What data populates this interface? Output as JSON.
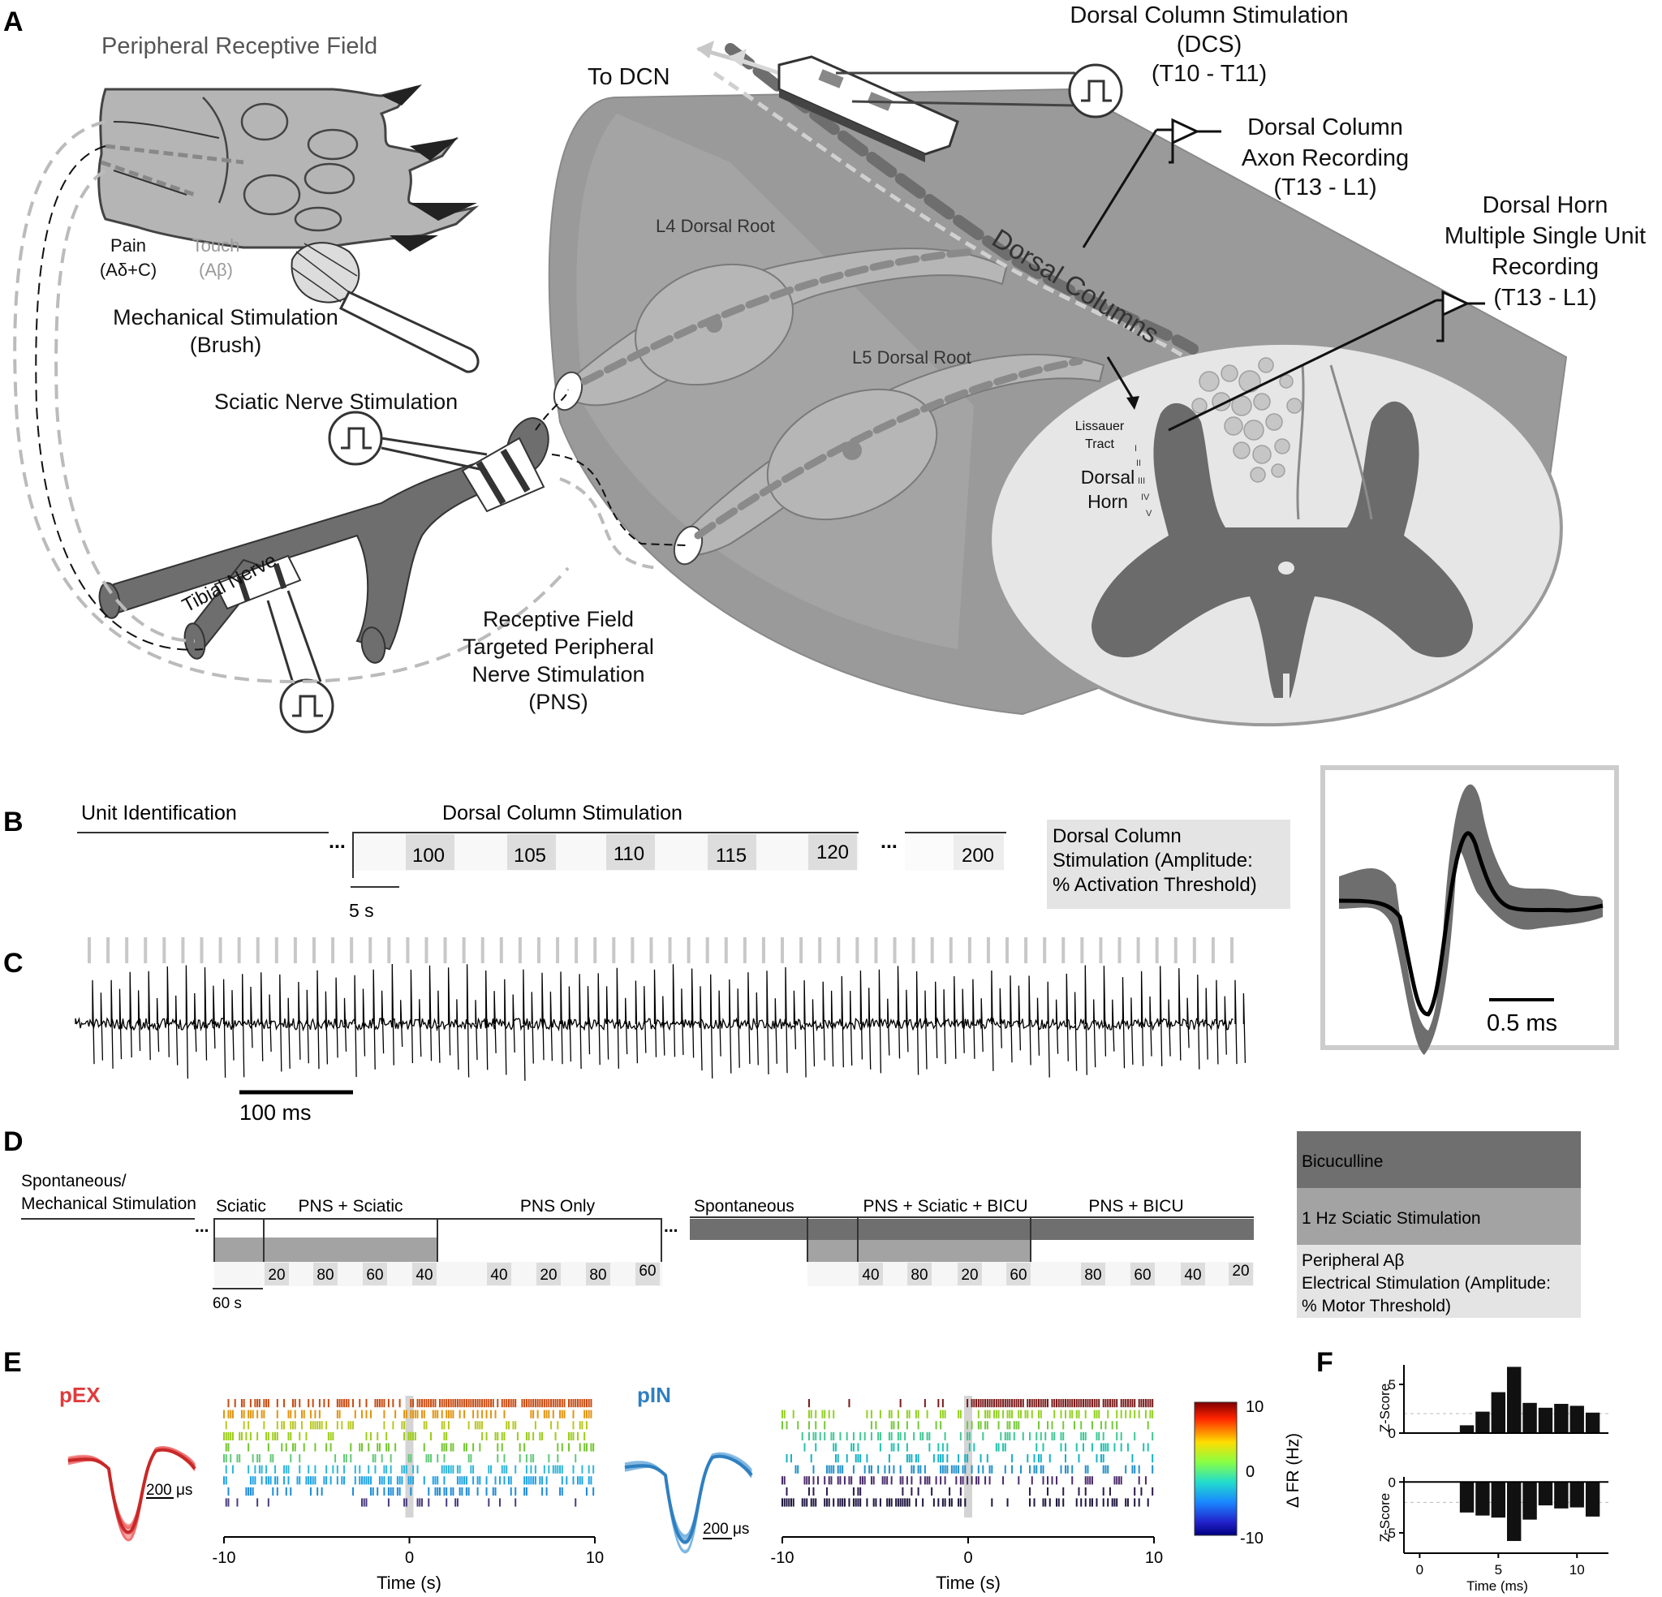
{
  "panels": {
    "a": "A",
    "b": "B",
    "c": "C",
    "d": "D",
    "e": "E",
    "f": "F"
  },
  "colors": {
    "cord": "#9a9a9a",
    "cord_dark": "#6b6b6b",
    "cord_light": "#e6e6e6",
    "paw": "#b5b5b5",
    "nerve": "#6e6e6e",
    "shade_dark": "#6f6f6f",
    "shade_mid": "#a3a3a3",
    "shade_light": "#e4e4e4",
    "pex": "#e03b3b",
    "pin": "#2f7fc0"
  },
  "panelA": {
    "receptive_field": "Peripheral Receptive Field",
    "pain_line1": "Pain",
    "pain_line2": "(Aδ+C)",
    "touch_line1": "Touch",
    "touch_line2": "(Aβ)",
    "mech_line1": "Mechanical Stimulation",
    "mech_line2": "(Brush)",
    "sciatic": "Sciatic Nerve Stimulation",
    "tibial": "Tibial Nerve",
    "pns_line1": "Receptive Field",
    "pns_line2": "Targeted Peripheral",
    "pns_line3": "Nerve Stimulation",
    "pns_line4": "(PNS)",
    "to_dcn": "To DCN",
    "dcs_line1": "Dorsal Column Stimulation",
    "dcs_line2": "(DCS)",
    "dcs_line3": "(T10 - T11)",
    "dca_line1": "Dorsal Column",
    "dca_line2": "Axon Recording",
    "dca_line3": "(T13 - L1)",
    "dh_line1": "Dorsal Horn",
    "dh_line2": "Multiple Single Unit",
    "dh_line3": "Recording",
    "dh_line4": "(T13 - L1)",
    "l4": "L4 Dorsal Root",
    "l5": "L5 Dorsal Root",
    "dorsal_columns": "Dorsal Columns",
    "lissauer_line1": "Lissauer",
    "lissauer_line2": "Tract",
    "dorsal_horn_line1": "Dorsal",
    "dorsal_horn_line2": "Horn",
    "laminae": [
      "I",
      "II",
      "III",
      "IV",
      "V"
    ]
  },
  "panelB": {
    "unit_id": "Unit Identification",
    "dcs": "Dorsal Column Stimulation",
    "ellipsis": "...",
    "amplitudes": [
      "100",
      "105",
      "110",
      "115",
      "120",
      "200"
    ],
    "scale": "5 s",
    "legend_line1": "Dorsal Column",
    "legend_line2": "Stimulation (Amplitude:",
    "legend_line3": "% Activation Threshold)",
    "waveform_scale": "0.5 ms"
  },
  "panelC": {
    "scale": "100 ms"
  },
  "panelD": {
    "spont_line1": "Spontaneous/",
    "spont_line2": "Mechanical Stimulation",
    "sciatic": "Sciatic",
    "pns_sciatic": "PNS + Sciatic",
    "pns_only": "PNS Only",
    "spontaneous": "Spontaneous",
    "pns_sciatic_bicu": "PNS + Sciatic + BICU",
    "pns_bicu": "PNS + BICU",
    "ellipsis": "...",
    "amps_first": [
      "20",
      "80",
      "60",
      "40",
      "40",
      "20",
      "80",
      "60"
    ],
    "amps_second": [
      "40",
      "80",
      "20",
      "60",
      "80",
      "60",
      "40",
      "20"
    ],
    "scale": "60 s",
    "legend_bicuculline": "Bicuculline",
    "legend_sciatic": "1 Hz Sciatic Stimulation",
    "legend_pns_line1": "Peripheral Aβ",
    "legend_pns_line2": "Electrical Stimulation (Amplitude:",
    "legend_pns_line3": "% Motor Threshold)"
  },
  "panelE": {
    "pex": "pEX",
    "pin": "pIN",
    "wave_scale_unit": "200 μs",
    "time_label": "Time (s)",
    "colorbar_label": "Δ FR (Hz)",
    "colorbar_ticks": [
      "10",
      "0",
      "-10"
    ]
  },
  "chart_data": [
    {
      "type": "raster",
      "title": "pEX",
      "xlabel": "Time (s)",
      "xlim": [
        -10,
        10
      ],
      "xticks": [
        -10,
        0,
        10
      ],
      "trial_colors": [
        "#c84a10",
        "#e09410",
        "#b8c820",
        "#9ccc18",
        "#74c430",
        "#62c878",
        "#2eb6d8",
        "#1ea2e4",
        "#1c8ad8",
        "#4a3a80"
      ]
    },
    {
      "type": "raster",
      "title": "pIN",
      "xlabel": "Time (s)",
      "xlim": [
        -10,
        10
      ],
      "xticks": [
        -10,
        0,
        10
      ],
      "trial_colors": [
        "#7a1a1a",
        "#92d020",
        "#74c838",
        "#3ec892",
        "#20c2b0",
        "#16b2c6",
        "#2090cc",
        "#4a2a6a",
        "#2a1a4a",
        "#1e143e"
      ]
    },
    {
      "type": "bar",
      "title": "F-excitatory",
      "ylabel": "Z-Score",
      "x": [
        1,
        2,
        3,
        4,
        5,
        6,
        7,
        8,
        9,
        10,
        11
      ],
      "values": [
        0,
        0,
        0.8,
        2.2,
        4.2,
        6.8,
        3.1,
        2.6,
        3.0,
        2.8,
        2.1
      ],
      "ylim": [
        0,
        7
      ],
      "yticks": [
        0,
        5
      ],
      "xlabel": "",
      "threshold": 2
    },
    {
      "type": "bar",
      "title": "F-inhibitory",
      "ylabel": "Z-Score",
      "xlabel": "Time (ms)",
      "x": [
        1,
        2,
        3,
        4,
        5,
        6,
        7,
        8,
        9,
        10,
        11
      ],
      "values": [
        0,
        0,
        -3.0,
        -3.3,
        -3.5,
        -5.8,
        -3.7,
        -2.3,
        -2.6,
        -2.5,
        -3.4
      ],
      "ylim": [
        -7,
        0.5
      ],
      "yticks": [
        -5,
        0
      ],
      "xticks": [
        0,
        5,
        10
      ],
      "threshold": -2
    }
  ]
}
